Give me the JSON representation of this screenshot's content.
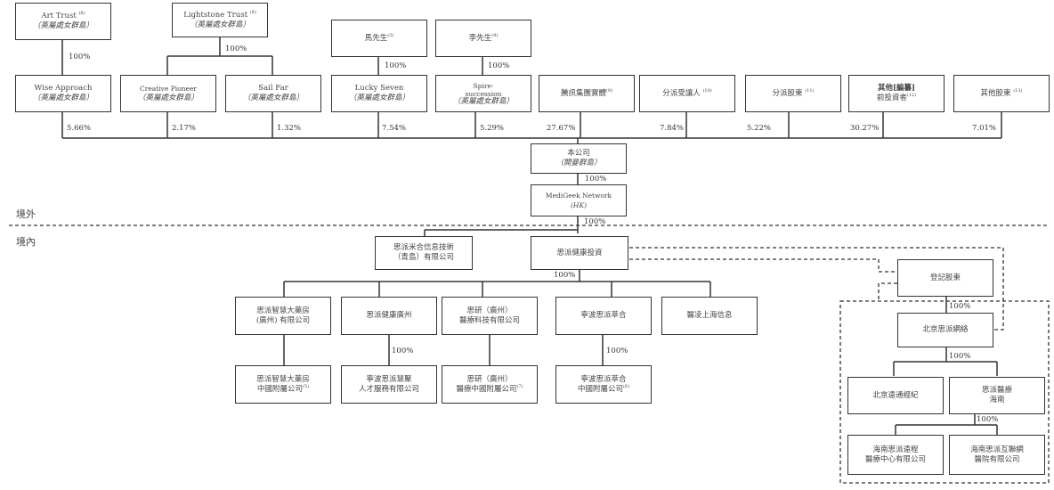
{
  "regions": {
    "offshore": "境外",
    "onshore": "境內"
  },
  "entities": {
    "art_trust": {
      "name": "Art Trust",
      "note": "(8)",
      "sub": "（英屬處女群島）"
    },
    "lightstone_trust": {
      "name": "Lightstone Trust",
      "note": "(8)",
      "sub": "（英屬處女群島）"
    },
    "mr_ma": {
      "name": "馬先生",
      "note": "(3)"
    },
    "mr_li": {
      "name": "李先生",
      "note": "(4)"
    },
    "wise_approach": {
      "name": "Wise Approach",
      "sub": "（英屬處女群島）"
    },
    "creative_pioneer": {
      "name": "Creative Pioneer",
      "sub": "（英屬處女群島）"
    },
    "sail_far": {
      "name": "Sail Far",
      "sub": "（英屬處女群島）"
    },
    "lucky_seven": {
      "name": "Lucky Seven",
      "sub": "（英屬處女群島）"
    },
    "spire_succession": {
      "name1": "Spire-",
      "name2": "succession",
      "sub": "（英屬處女群島）"
    },
    "tencent": {
      "name": "騰訊集團實體",
      "note": "(9)"
    },
    "assignee": {
      "name": "分派受讓人",
      "note": "(10)"
    },
    "distribution_shareholders": {
      "name": "分派股東",
      "note": "(11)"
    },
    "other_pre_investors": {
      "name1": "其他[編纂]",
      "name2": "前投資者",
      "note": "(12)"
    },
    "other_shareholders": {
      "name": "其他股東",
      "note": "(13)"
    },
    "company": {
      "name": "本公司",
      "sub": "（開曼群島）"
    },
    "medigeek": {
      "name": "MediGeek Network",
      "sub": "(HK)"
    },
    "qingdao": {
      "name1": "思派米合信息技術",
      "name2": "（青島）有限公司"
    },
    "health_invest": {
      "name": "思派健康投資"
    },
    "registered_shareholders": {
      "name": "登記股東"
    },
    "pharmacy_gz": {
      "name1": "思派智慧大藥房",
      "name2": "(廣州) 有限公司"
    },
    "health_gz": {
      "name": "思派健康廣州"
    },
    "siyan_gz": {
      "name1": "思研（廣州）",
      "name2": "醫療科技有限公司"
    },
    "ningbo_cuihe": {
      "name": "寧波思派萃合"
    },
    "yiling_sh": {
      "name": "醫凌上海信息"
    },
    "pharmacy_affiliates": {
      "name1": "思派智慧大藥房",
      "name2": "中國附屬公司",
      "note": "(5)"
    },
    "ningbo_talent": {
      "name1": "寧波思派慧聚",
      "name2": "人才服務有限公司"
    },
    "siyan_affiliates": {
      "name1": "思研（廣州）",
      "name2": "醫療中國附屬公司",
      "note": "(7)"
    },
    "cuihe_affiliates": {
      "name1": "寧波思派萃合",
      "name2": "中國附屬公司",
      "note": "(6)"
    },
    "beijing_network": {
      "name": "北京思派網絡"
    },
    "beijing_broker": {
      "name": "北京遠通經紀"
    },
    "hainan_medical": {
      "name1": "思派醫療",
      "name2": "海南"
    },
    "hainan_remote": {
      "name1": "海南思派遠程",
      "name2": "醫療中心有限公司"
    },
    "hainan_internet": {
      "name1": "海南思派互聯網",
      "name2": "醫院有限公司"
    }
  },
  "percentages": {
    "art_to_wise": "100%",
    "lightstone_to_children": "100%",
    "ma_to_lucky": "100%",
    "li_to_spire": "100%",
    "wise": "5.66%",
    "creative": "2.17%",
    "sail": "1.32%",
    "lucky": "7.54%",
    "spire": "5.29%",
    "tencent": "27.67%",
    "assignee": "7.84%",
    "distribution": "5.22%",
    "pre_investors": "30.27%",
    "others": "7.01%",
    "company_to_medigeek": "100%",
    "medigeek_to_onshore": "100%",
    "health_invest_to_subs": "100%",
    "health_gz_to_talent": "100%",
    "cuihe_to_affiliates": "100%",
    "registered_to_beijing": "100%",
    "beijing_to_subs": "100%",
    "hainan_to_subs": "100%"
  }
}
